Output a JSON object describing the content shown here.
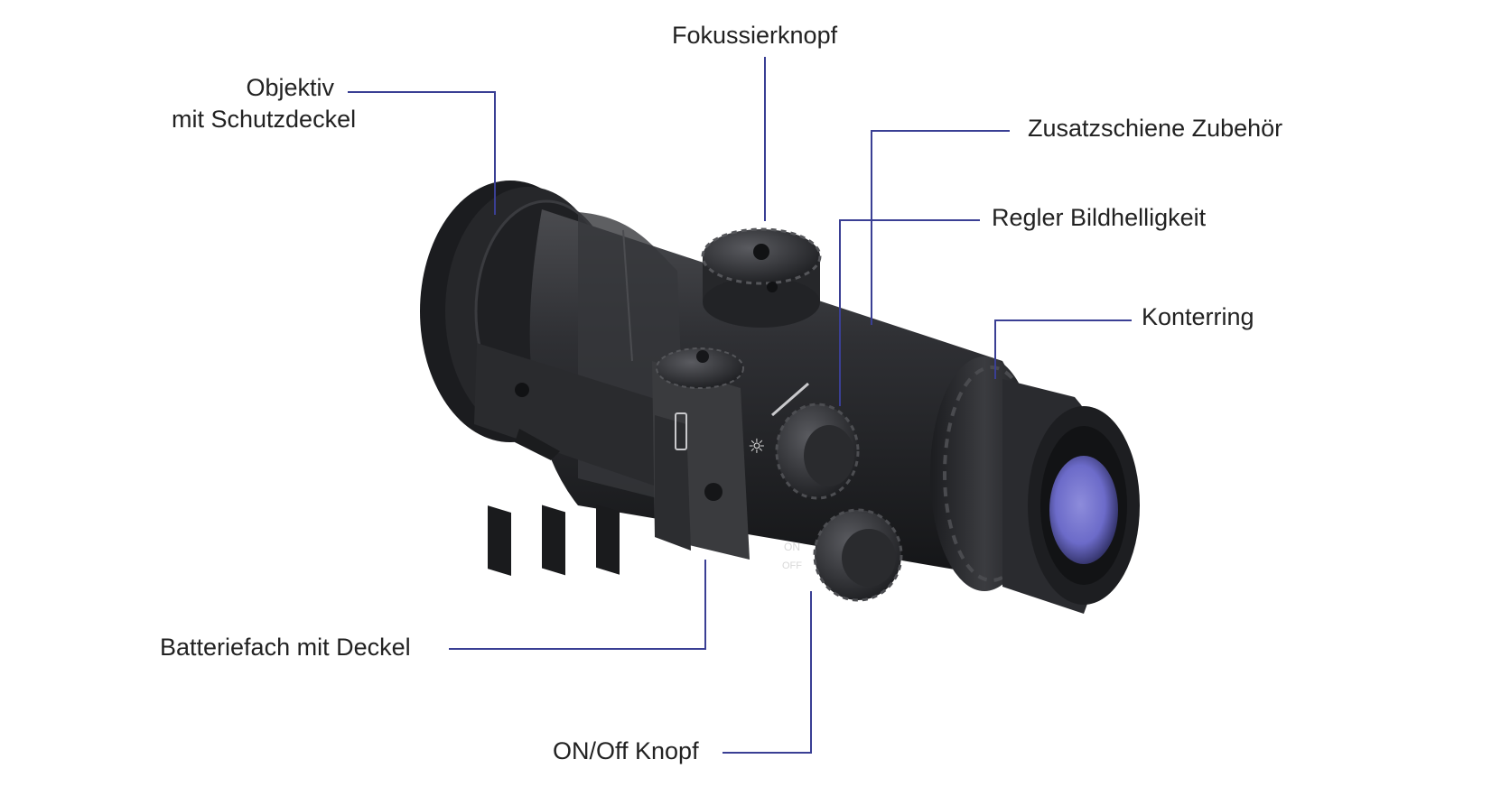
{
  "colors": {
    "background": "#ffffff",
    "leader_line": "#3a3f94",
    "label_text": "#222222",
    "device_body": "#2b2c2f",
    "lens_glass": "#6c6bc9"
  },
  "labels": {
    "objective": [
      "Objektiv",
      "mit Schutzdeckel"
    ],
    "focus_knob": "Fokussierknopf",
    "accessory_rail": "Zusatzschiene Zubehör",
    "brightness": "Regler Bildhelligkeit",
    "lock_ring": "Konterring",
    "battery": "Batteriefach mit Deckel",
    "power": "ON/Off Knopf"
  },
  "device_markings": {
    "on": "ON",
    "off": "OFF"
  }
}
